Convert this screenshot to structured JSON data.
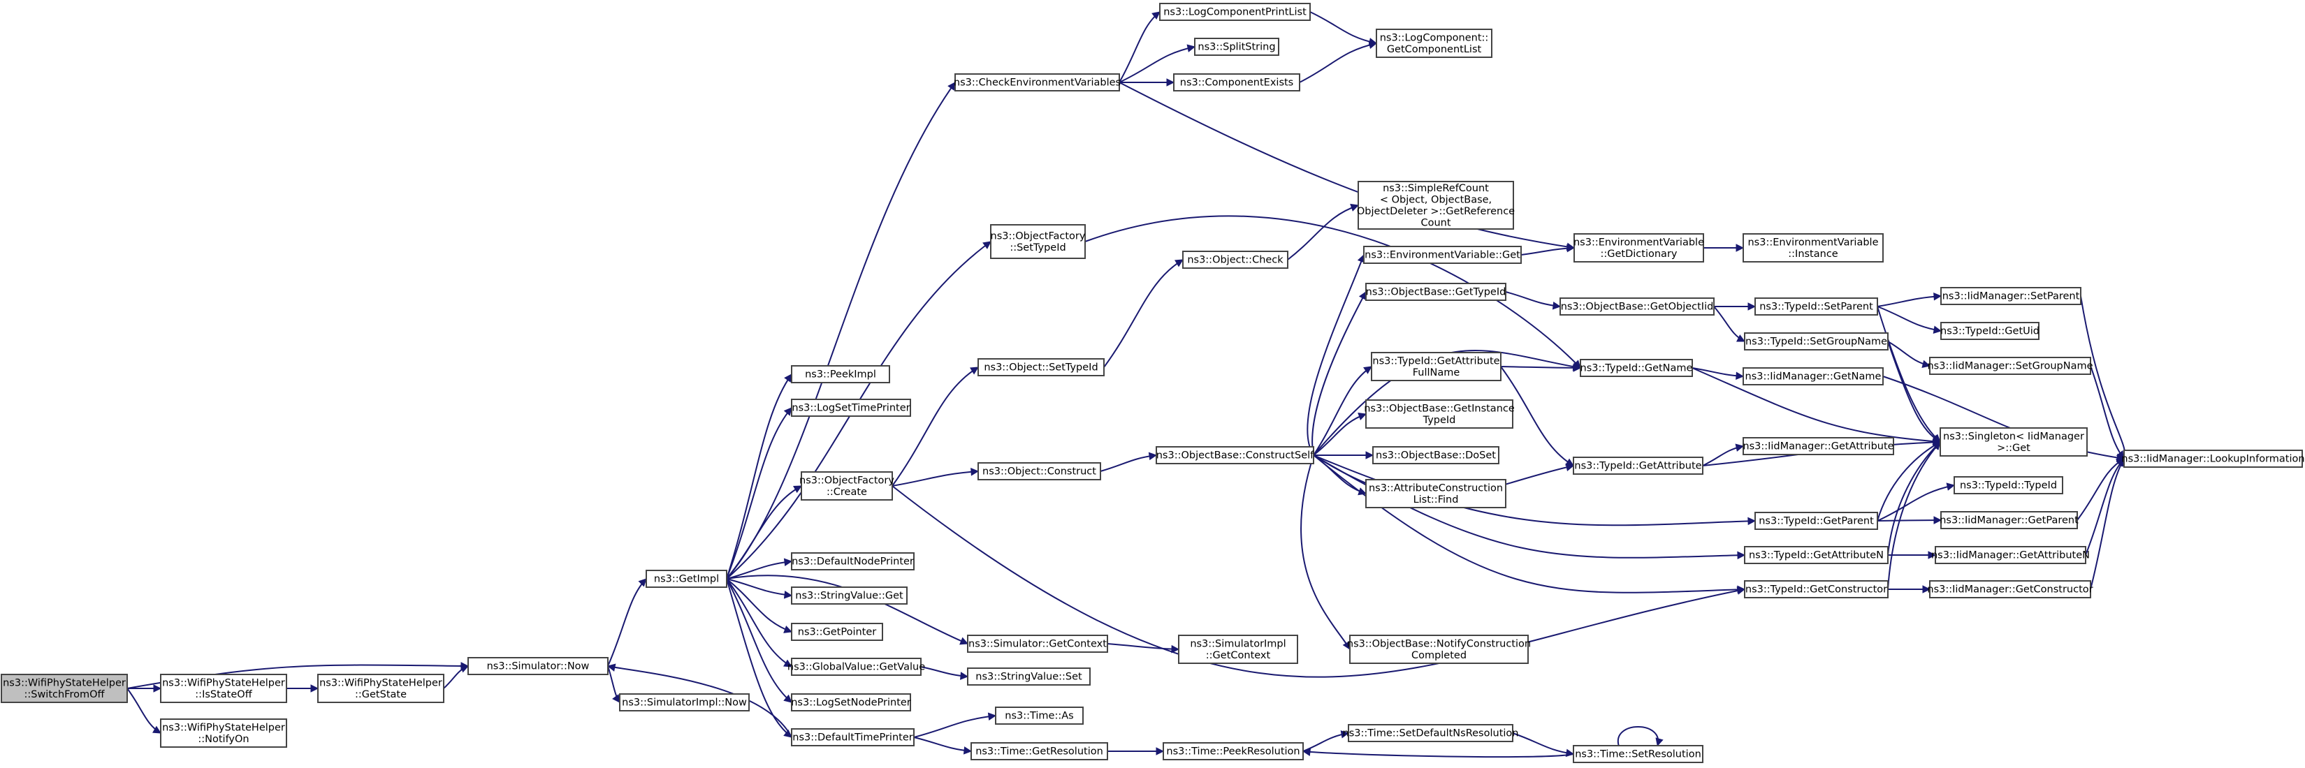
{
  "graph": {
    "background": "#ffffff",
    "edge_color": "#191970",
    "node_border_color": "#444444",
    "root_fill": "#bfbfbf",
    "nodes": [
      {
        "id": "switchfromoff",
        "lines": [
          "ns3::WifiPhyStateHelper",
          "::SwitchFromOff"
        ],
        "root": true
      },
      {
        "id": "isstateoff",
        "lines": [
          "ns3::WifiPhyStateHelper",
          "::IsStateOff"
        ]
      },
      {
        "id": "notifyon",
        "lines": [
          "ns3::WifiPhyStateHelper",
          "::NotifyOn"
        ]
      },
      {
        "id": "getstate",
        "lines": [
          "ns3::WifiPhyStateHelper",
          "::GetState"
        ]
      },
      {
        "id": "simnow",
        "lines": [
          "ns3::Simulator::Now"
        ]
      },
      {
        "id": "simimplnow",
        "lines": [
          "ns3::SimulatorImpl::Now"
        ]
      },
      {
        "id": "getimpl",
        "lines": [
          "ns3::GetImpl"
        ]
      },
      {
        "id": "peekimpl",
        "lines": [
          "ns3::PeekImpl"
        ]
      },
      {
        "id": "logsettimeprinter",
        "lines": [
          "ns3::LogSetTimePrinter"
        ]
      },
      {
        "id": "ofcreate",
        "lines": [
          "ns3::ObjectFactory",
          "::Create"
        ]
      },
      {
        "id": "defaultnodeprinter",
        "lines": [
          "ns3::DefaultNodePrinter"
        ]
      },
      {
        "id": "stringvalueget",
        "lines": [
          "ns3::StringValue::Get"
        ]
      },
      {
        "id": "getpointer",
        "lines": [
          "ns3::GetPointer"
        ]
      },
      {
        "id": "globalvalueget",
        "lines": [
          "ns3::GlobalValue::GetValue"
        ]
      },
      {
        "id": "logsetnodeprinter",
        "lines": [
          "ns3::LogSetNodePrinter"
        ]
      },
      {
        "id": "defaulttimeprinter",
        "lines": [
          "ns3::DefaultTimePrinter"
        ]
      },
      {
        "id": "checkenv",
        "lines": [
          "ns3::CheckEnvironmentVariables"
        ]
      },
      {
        "id": "logcompprintlist",
        "lines": [
          "ns3::LogComponentPrintList"
        ]
      },
      {
        "id": "splitstring",
        "lines": [
          "ns3::SplitString"
        ]
      },
      {
        "id": "componentexists",
        "lines": [
          "ns3::ComponentExists"
        ]
      },
      {
        "id": "getcomplist",
        "lines": [
          "ns3::LogComponent::",
          "GetComponentList"
        ]
      },
      {
        "id": "ofsettypeid",
        "lines": [
          "ns3::ObjectFactory",
          "::SetTypeId"
        ]
      },
      {
        "id": "objsettypeid",
        "lines": [
          "ns3::Object::SetTypeId"
        ]
      },
      {
        "id": "objconstruct",
        "lines": [
          "ns3::Object::Construct"
        ]
      },
      {
        "id": "objcheck",
        "lines": [
          "ns3::Object::Check"
        ]
      },
      {
        "id": "simplerefcount",
        "lines": [
          "ns3::SimpleRefCount",
          "< Object, ObjectBase,",
          "ObjectDeleter >::GetReference",
          "Count"
        ]
      },
      {
        "id": "constructself",
        "lines": [
          "ns3::ObjectBase::ConstructSelf"
        ]
      },
      {
        "id": "simgetcontext",
        "lines": [
          "ns3::Simulator::GetContext"
        ]
      },
      {
        "id": "simimplgetcontext",
        "lines": [
          "ns3::SimulatorImpl",
          "::GetContext"
        ]
      },
      {
        "id": "stringvalueset",
        "lines": [
          "ns3::StringValue::Set"
        ]
      },
      {
        "id": "timeas",
        "lines": [
          "ns3::Time::As"
        ]
      },
      {
        "id": "timegetres",
        "lines": [
          "ns3::Time::GetResolution"
        ]
      },
      {
        "id": "timepeekres",
        "lines": [
          "ns3::Time::PeekResolution"
        ]
      },
      {
        "id": "timesetdefault",
        "lines": [
          "ns3::Time::SetDefaultNsResolution"
        ]
      },
      {
        "id": "timesetres",
        "lines": [
          "ns3::Time::SetResolution"
        ]
      },
      {
        "id": "envget",
        "lines": [
          "ns3::EnvironmentVariable::Get"
        ]
      },
      {
        "id": "obgettypeid",
        "lines": [
          "ns3::ObjectBase::GetTypeId"
        ]
      },
      {
        "id": "typeidgetattrfullname",
        "lines": [
          "ns3::TypeId::GetAttribute",
          "FullName"
        ]
      },
      {
        "id": "obgetinstancetypeid",
        "lines": [
          "ns3::ObjectBase::GetInstance",
          "TypeId"
        ]
      },
      {
        "id": "obdoset",
        "lines": [
          "ns3::ObjectBase::DoSet"
        ]
      },
      {
        "id": "attrconstlistfind",
        "lines": [
          "ns3::AttributeConstruction",
          "List::Find"
        ]
      },
      {
        "id": "obnotifyconst",
        "lines": [
          "ns3::ObjectBase::NotifyConstruction",
          "Completed"
        ]
      },
      {
        "id": "envgetdict",
        "lines": [
          "ns3::EnvironmentVariable",
          "::GetDictionary"
        ]
      },
      {
        "id": "envinstance",
        "lines": [
          "ns3::EnvironmentVariable",
          "::Instance"
        ]
      },
      {
        "id": "obgetobjectiid",
        "lines": [
          "ns3::ObjectBase::GetObjectIid"
        ]
      },
      {
        "id": "typeidgetname",
        "lines": [
          "ns3::TypeId::GetName"
        ]
      },
      {
        "id": "typeidgetattribute",
        "lines": [
          "ns3::TypeId::GetAttribute"
        ]
      },
      {
        "id": "typeidsetparent",
        "lines": [
          "ns3::TypeId::SetParent"
        ]
      },
      {
        "id": "typeidsetgroupname",
        "lines": [
          "ns3::TypeId::SetGroupName"
        ]
      },
      {
        "id": "typeidgetparent",
        "lines": [
          "ns3::TypeId::GetParent"
        ]
      },
      {
        "id": "typeidgetattributen",
        "lines": [
          "ns3::TypeId::GetAttributeN"
        ]
      },
      {
        "id": "typeidgetconstructor",
        "lines": [
          "ns3::TypeId::GetConstructor"
        ]
      },
      {
        "id": "iidgetname",
        "lines": [
          "ns3::IidManager::GetName"
        ]
      },
      {
        "id": "iidgetattribute",
        "lines": [
          "ns3::IidManager::GetAttribute"
        ]
      },
      {
        "id": "singletonget",
        "lines": [
          "ns3::Singleton< IidManager",
          ">::Get"
        ]
      },
      {
        "id": "iidsetparent",
        "lines": [
          "ns3::IidManager::SetParent"
        ]
      },
      {
        "id": "typeidgetuid",
        "lines": [
          "ns3::TypeId::GetUid"
        ]
      },
      {
        "id": "iidsetgroupname",
        "lines": [
          "ns3::IidManager::SetGroupName"
        ]
      },
      {
        "id": "typeidtypeid",
        "lines": [
          "ns3::TypeId::TypeId"
        ]
      },
      {
        "id": "iidgetparent",
        "lines": [
          "ns3::IidManager::GetParent"
        ]
      },
      {
        "id": "iidgetattributen",
        "lines": [
          "ns3::IidManager::GetAttributeN"
        ]
      },
      {
        "id": "iidgetconstructor",
        "lines": [
          "ns3::IidManager::GetConstructor"
        ]
      },
      {
        "id": "iidlookup",
        "lines": [
          "ns3::IidManager::LookupInformation"
        ]
      }
    ],
    "edges": [
      [
        "switchfromoff",
        "isstateoff"
      ],
      [
        "switchfromoff",
        "notifyon"
      ],
      [
        "switchfromoff",
        "simnow"
      ],
      [
        "isstateoff",
        "getstate"
      ],
      [
        "getstate",
        "simnow"
      ],
      [
        "simnow",
        "getimpl"
      ],
      [
        "simnow",
        "simimplnow"
      ],
      [
        "getimpl",
        "peekimpl"
      ],
      [
        "getimpl",
        "logsettimeprinter"
      ],
      [
        "getimpl",
        "ofcreate"
      ],
      [
        "getimpl",
        "defaultnodeprinter"
      ],
      [
        "getimpl",
        "stringvalueget"
      ],
      [
        "getimpl",
        "getpointer"
      ],
      [
        "getimpl",
        "globalvalueget"
      ],
      [
        "getimpl",
        "logsetnodeprinter"
      ],
      [
        "getimpl",
        "defaulttimeprinter"
      ],
      [
        "getimpl",
        "simgetcontext"
      ],
      [
        "getimpl",
        "checkenv"
      ],
      [
        "getimpl",
        "ofsettypeid"
      ],
      [
        "checkenv",
        "logcompprintlist"
      ],
      [
        "checkenv",
        "splitstring"
      ],
      [
        "checkenv",
        "componentexists"
      ],
      [
        "checkenv",
        "envgetdict"
      ],
      [
        "logcompprintlist",
        "getcomplist"
      ],
      [
        "componentexists",
        "getcomplist"
      ],
      [
        "ofsettypeid",
        "typeidgetname"
      ],
      [
        "ofcreate",
        "objsettypeid"
      ],
      [
        "ofcreate",
        "objconstruct"
      ],
      [
        "ofcreate",
        "typeidgetconstructor"
      ],
      [
        "objsettypeid",
        "objcheck"
      ],
      [
        "objcheck",
        "simplerefcount"
      ],
      [
        "objconstruct",
        "constructself"
      ],
      [
        "constructself",
        "envget"
      ],
      [
        "constructself",
        "obgettypeid"
      ],
      [
        "constructself",
        "typeidgetattrfullname"
      ],
      [
        "constructself",
        "obgetinstancetypeid"
      ],
      [
        "constructself",
        "obdoset"
      ],
      [
        "constructself",
        "attrconstlistfind"
      ],
      [
        "constructself",
        "obnotifyconst"
      ],
      [
        "constructself",
        "typeidgetname"
      ],
      [
        "constructself",
        "typeidgetattribute"
      ],
      [
        "constructself",
        "typeidgetparent"
      ],
      [
        "constructself",
        "typeidgetattributen"
      ],
      [
        "constructself",
        "typeidgetconstructor"
      ],
      [
        "envget",
        "envgetdict"
      ],
      [
        "envgetdict",
        "envinstance"
      ],
      [
        "obgettypeid",
        "obgetobjectiid"
      ],
      [
        "obgetobjectiid",
        "typeidsetparent"
      ],
      [
        "obgetobjectiid",
        "typeidsetgroupname"
      ],
      [
        "typeidgetattrfullname",
        "typeidgetname"
      ],
      [
        "typeidgetattrfullname",
        "typeidgetattribute"
      ],
      [
        "typeidgetname",
        "iidgetname"
      ],
      [
        "typeidgetname",
        "singletonget"
      ],
      [
        "typeidgetattribute",
        "iidgetattribute"
      ],
      [
        "typeidgetattribute",
        "singletonget"
      ],
      [
        "typeidsetparent",
        "iidsetparent"
      ],
      [
        "typeidsetparent",
        "typeidgetuid"
      ],
      [
        "typeidsetparent",
        "singletonget"
      ],
      [
        "typeidsetgroupname",
        "iidsetgroupname"
      ],
      [
        "typeidsetgroupname",
        "singletonget"
      ],
      [
        "typeidgetparent",
        "typeidtypeid"
      ],
      [
        "typeidgetparent",
        "iidgetparent"
      ],
      [
        "typeidgetparent",
        "singletonget"
      ],
      [
        "typeidgetattributen",
        "iidgetattributen"
      ],
      [
        "typeidgetattributen",
        "singletonget"
      ],
      [
        "typeidgetconstructor",
        "iidgetconstructor"
      ],
      [
        "typeidgetconstructor",
        "singletonget"
      ],
      [
        "iidgetname",
        "iidlookup"
      ],
      [
        "iidsetparent",
        "iidlookup"
      ],
      [
        "iidsetgroupname",
        "iidlookup"
      ],
      [
        "iidgetparent",
        "iidlookup"
      ],
      [
        "iidgetattributen",
        "iidlookup"
      ],
      [
        "iidgetconstructor",
        "iidlookup"
      ],
      [
        "simgetcontext",
        "simimplgetcontext"
      ],
      [
        "globalvalueget",
        "stringvalueset"
      ],
      [
        "defaulttimeprinter",
        "simnow"
      ],
      [
        "defaulttimeprinter",
        "timeas"
      ],
      [
        "defaulttimeprinter",
        "timegetres"
      ],
      [
        "timegetres",
        "timepeekres"
      ],
      [
        "timepeekres",
        "timesetdefault"
      ],
      [
        "timesetdefault",
        "timesetres"
      ],
      [
        "timesetres",
        "timepeekres"
      ],
      [
        "timesetres",
        "timesetres"
      ]
    ]
  }
}
